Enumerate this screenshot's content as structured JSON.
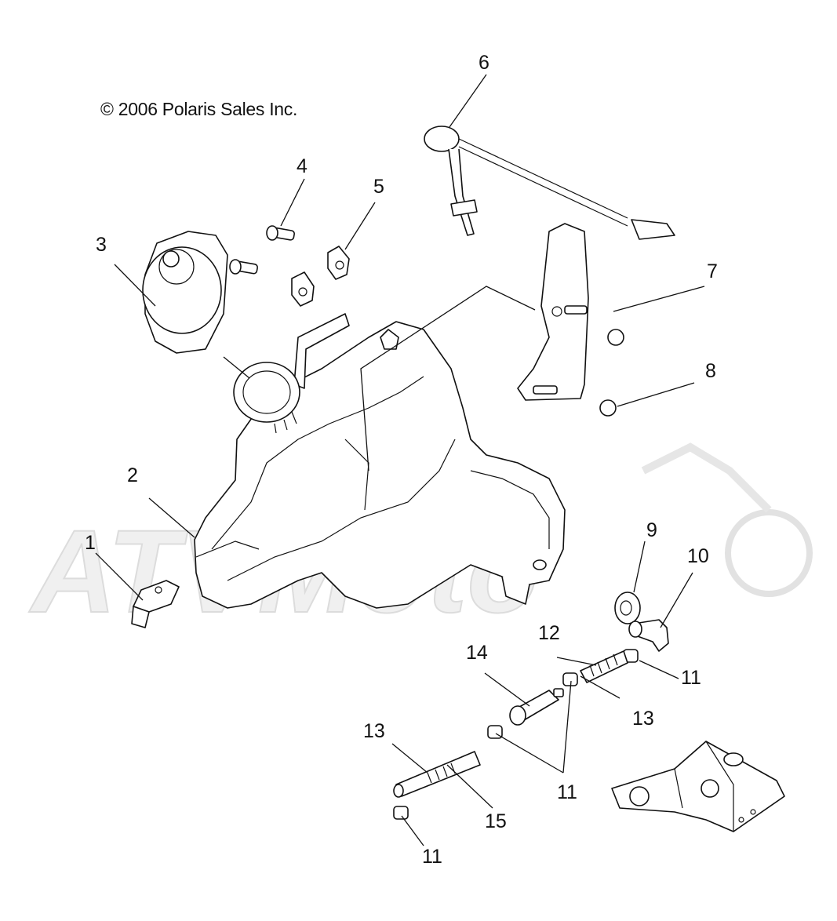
{
  "copyright": "© 2006 Polaris Sales Inc.",
  "watermark": "ATVMoto",
  "callouts": {
    "c1": "1",
    "c2": "2",
    "c3": "3",
    "c4": "4",
    "c5": "5",
    "c6": "6",
    "c7": "7",
    "c8": "8",
    "c9": "9",
    "c10": "10",
    "c11a": "11",
    "c11b": "11",
    "c11c": "11",
    "c12": "12",
    "c13a": "13",
    "c13b": "13",
    "c14": "14",
    "c15": "15"
  }
}
